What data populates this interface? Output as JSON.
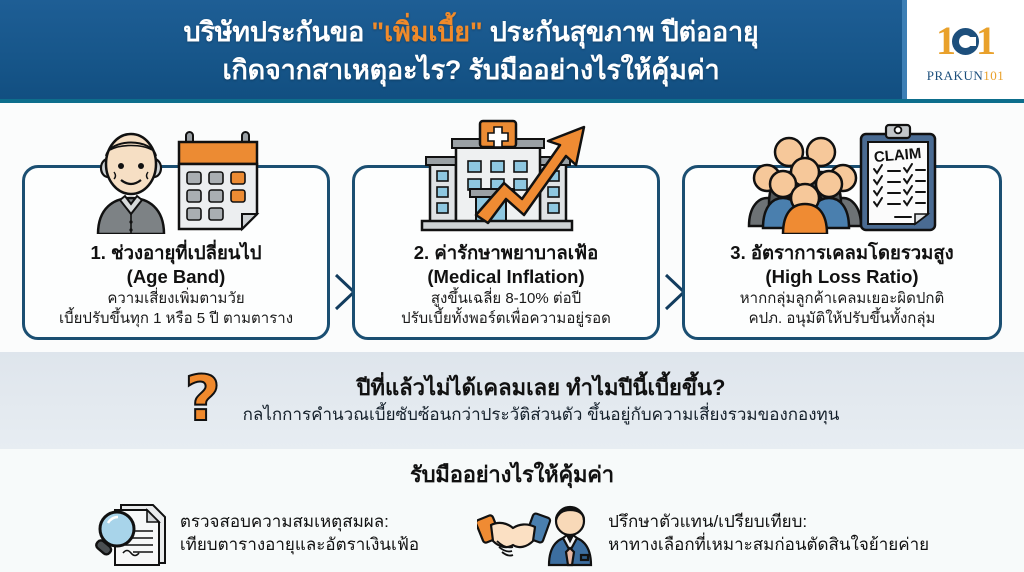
{
  "header": {
    "title_line1_pre": "บริษัทประกันขอ ",
    "title_line1_hl": "\"เพิ่มเบี้ย\"",
    "title_line1_post": " ประกันสุขภาพ ปีต่ออายุ",
    "title_line2": "เกิดจากสาเหตุอะไร? รับมืออย่างไรให้คุ้มค่า",
    "logo_number": "1",
    "logo_number2": "1",
    "logo_word_text": "PRAKUN",
    "logo_word_num": "101"
  },
  "cards": [
    {
      "icon": "elderly-person-calendar-icon",
      "title": "1. ช่วงอายุที่เปลี่ยนไป",
      "subtitle": "(Age Band)",
      "line1": "ความเสี่ยงเพิ่มตามวัย",
      "line2": "เบี้ยปรับขึ้นทุก 1 หรือ 5 ปี ตามตาราง"
    },
    {
      "icon": "hospital-rising-arrow-icon",
      "title": "2. ค่ารักษาพยาบาลเฟ้อ",
      "subtitle": "(Medical Inflation)",
      "line1": "สูงขึ้นเฉลี่ย 8-10% ต่อปี",
      "line2": "ปรับเบี้ยทั้งพอร์ตเพื่อความอยู่รอด"
    },
    {
      "icon": "group-claim-clipboard-icon",
      "title": "3. อัตราการเคลมโดยรวมสูง",
      "subtitle": "(High Loss Ratio)",
      "line1": "หากกลุ่มลูกค้าเคลมเยอะผิดปกติ",
      "line2": "คปภ. อนุมัติให้ปรับขึ้นทั้งกลุ่ม"
    }
  ],
  "clipboard_label": "CLAIM",
  "question_band": {
    "mark": "?",
    "main": "ปีที่แล้วไม่ได้เคลมเลย ทำไมปีนี้เบี้ยขึ้น?",
    "sub": "กลไกการคำนวณเบี้ยซับซ้อนกว่าประวัติส่วนตัว ขึ้นอยู่กับความเสี่ยงรวมของกองทุน"
  },
  "bottom": {
    "title": "รับมืออย่างไรให้คุ้มค่า",
    "tips": [
      {
        "icon": "magnifier-document-icon",
        "line1": "ตรวจสอบความสมเหตุสมผล:",
        "line2": "เทียบตารางอายุและอัตราเงินเฟ้อ"
      },
      {
        "icon": "handshake-agent-icon",
        "line1": "ปรึกษาตัวแทน/เปรียบเทียบ:",
        "line2": "หาทางเลือกที่เหมาะสมก่อนตัดสินใจย้ายค่าย"
      }
    ]
  },
  "colors": {
    "header_blue": "#17568a",
    "accent_orange": "#f0892c",
    "card_border": "#1b4f72",
    "band_bg": "#dde4eb",
    "logo_gold": "#e9a12b",
    "logo_navy": "#1d4f7c"
  }
}
